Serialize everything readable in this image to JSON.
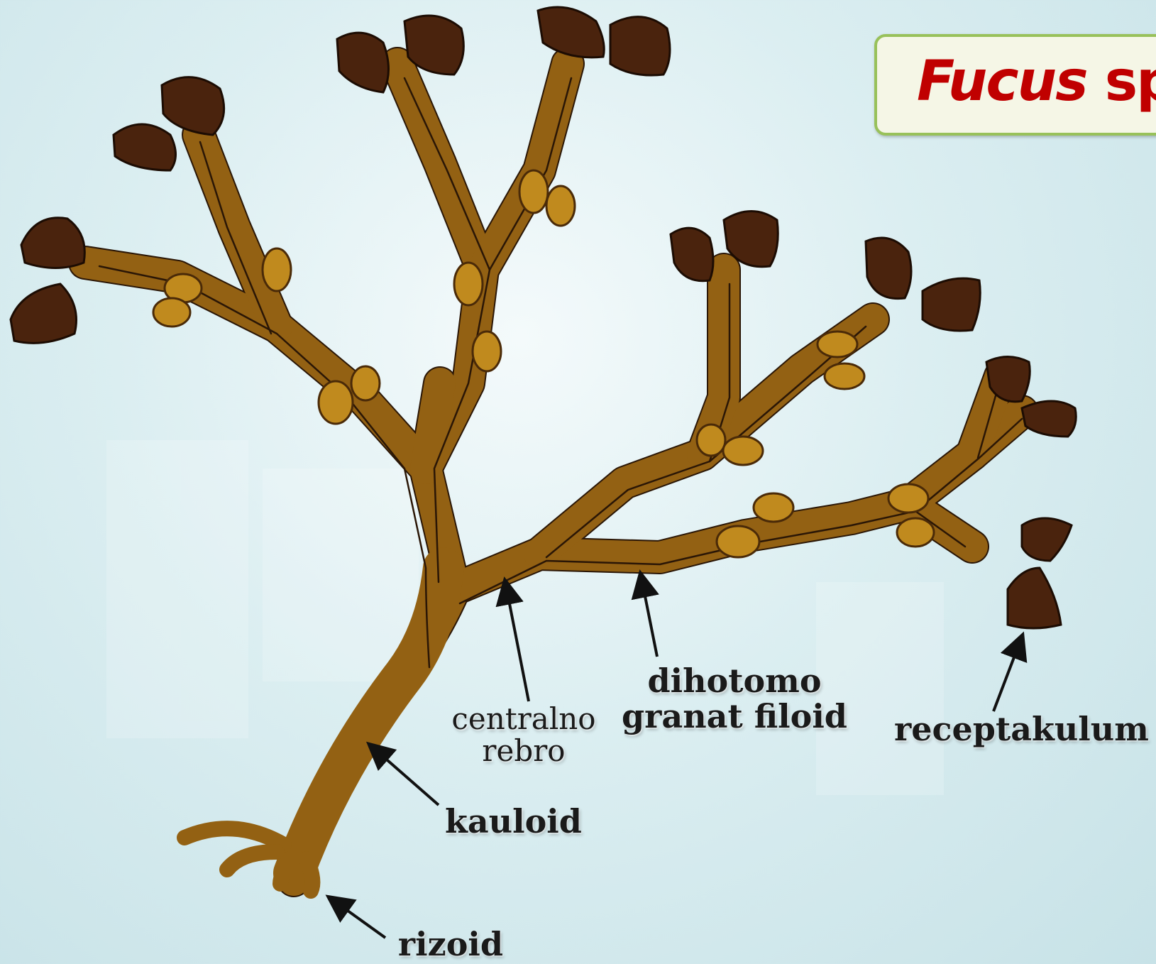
{
  "title": {
    "genus": "Fucus",
    "species": " sp."
  },
  "labels": {
    "centralno_rebro": {
      "line1": "centralno",
      "line2": "rebro"
    },
    "dihotomo_granat_filoid": {
      "line1": "dihotomo",
      "line2": "granat filoid"
    },
    "receptakulum": "receptakulum",
    "kauloid": "kauloid",
    "rizoid": "rizoid"
  },
  "colors": {
    "thallus": "#936113",
    "receptacle": "#4a230d",
    "air_bladder": "#c08a1e",
    "title_red": "#c00000",
    "title_border": "#98c15a"
  }
}
